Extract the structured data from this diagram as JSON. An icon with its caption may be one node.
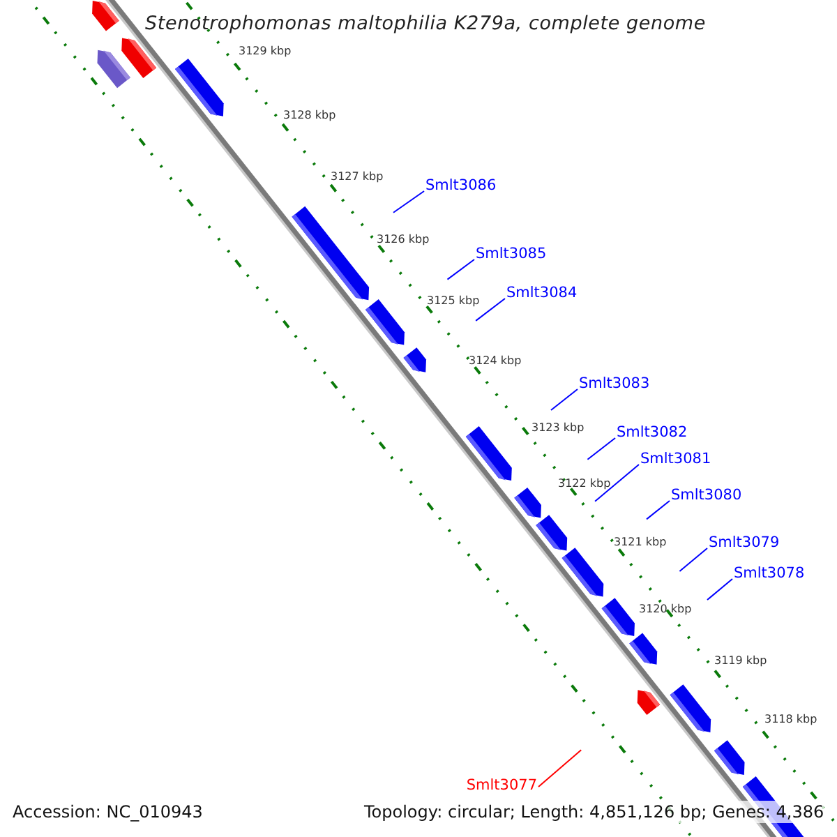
{
  "diagram": {
    "title": "Stenotrophomonas maltophilia K279a, complete genome",
    "nodes": [
      {
        "text": [
          "Smlt3086"
        ]
      },
      {
        "text": [
          "Smlt3085"
        ]
      },
      {
        "text": [
          "Smlt3084"
        ]
      },
      {
        "text": [
          "Smlt3083"
        ]
      },
      {
        "text": [
          "Smlt3082"
        ]
      },
      {
        "text": [
          "Smlt3081"
        ]
      },
      {
        "text": [
          "Smlt3080"
        ]
      },
      {
        "text": [
          "Smlt3079"
        ]
      },
      {
        "text": [
          "Smlt3078"
        ]
      },
      {
        "text": [
          "Smlt3077"
        ]
      }
    ],
    "edges": [
      {
        "from": 0,
        "to": null,
        "arrow": "none"
      },
      {
        "from": 1,
        "to": null,
        "arrow": "none"
      },
      {
        "from": 2,
        "to": null,
        "arrow": "none"
      },
      {
        "from": 3,
        "to": null,
        "arrow": "none"
      },
      {
        "from": 4,
        "to": null,
        "arrow": "none"
      },
      {
        "from": 5,
        "to": null,
        "arrow": "none"
      },
      {
        "from": 6,
        "to": null,
        "arrow": "none"
      },
      {
        "from": 7,
        "to": null,
        "arrow": "none"
      },
      {
        "from": 8,
        "to": null,
        "arrow": "none"
      },
      {
        "from": 9,
        "to": null,
        "arrow": "none",
        "color": "#ff0000"
      }
    ],
    "labels": [
      "3129 kbp",
      "3128 kbp",
      "3127 kbp",
      "3126 kbp",
      "3125 kbp",
      "3124 kbp",
      "3123 kbp",
      "3122 kbp",
      "3121 kbp",
      "3120 kbp",
      "3119 kbp",
      "3118 kbp",
      "Accession: NC_010943",
      "Topology: circular; Length: 4,851,126 bp; Genes: 4,386"
    ]
  }
}
